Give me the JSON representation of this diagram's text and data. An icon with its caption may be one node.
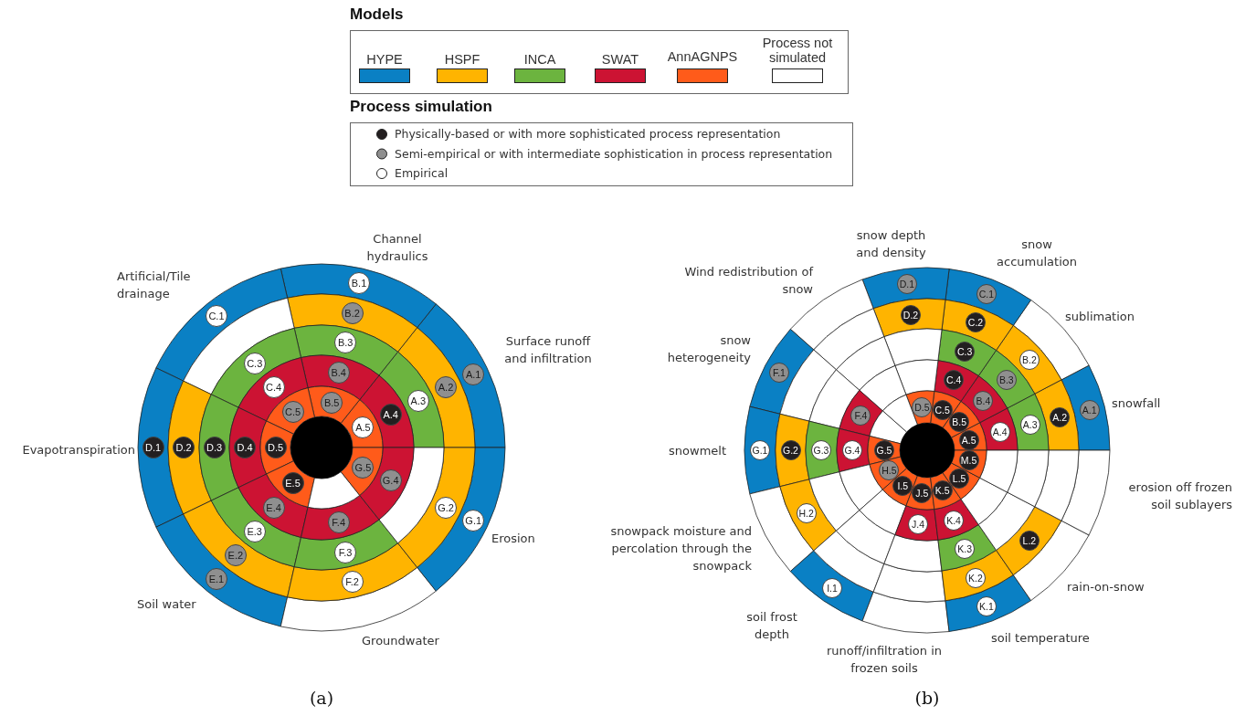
{
  "diagram": {
    "nodes": [
      {
        "text": [
          "A.1"
        ]
      },
      {
        "text": [
          "A.2"
        ]
      },
      {
        "text": [
          "A.3"
        ]
      },
      {
        "text": [
          "A.4"
        ]
      },
      {
        "text": [
          "A.5"
        ]
      },
      {
        "text": [
          "B.1"
        ]
      },
      {
        "text": [
          "B.2"
        ]
      },
      {
        "text": [
          "B.3"
        ]
      },
      {
        "text": [
          "B.4"
        ]
      },
      {
        "text": [
          "B.5"
        ]
      },
      {
        "text": [
          "C.1"
        ]
      },
      {
        "text": [
          "C.3"
        ]
      },
      {
        "text": [
          "C.4"
        ]
      },
      {
        "text": [
          "C.5"
        ]
      },
      {
        "text": [
          "D.1"
        ]
      },
      {
        "text": [
          "D.2"
        ]
      },
      {
        "text": [
          "D.3"
        ]
      },
      {
        "text": [
          "D.4"
        ]
      },
      {
        "text": [
          "D.5"
        ]
      },
      {
        "text": [
          "E.1"
        ]
      },
      {
        "text": [
          "E.2"
        ]
      },
      {
        "text": [
          "E.3"
        ]
      },
      {
        "text": [
          "E.4"
        ]
      },
      {
        "text": [
          "E.5"
        ]
      },
      {
        "text": [
          "F.2"
        ]
      },
      {
        "text": [
          "F.3"
        ]
      },
      {
        "text": [
          "F.4"
        ]
      },
      {
        "text": [
          "G.1"
        ]
      },
      {
        "text": [
          "G.2"
        ]
      },
      {
        "text": [
          "G.4"
        ]
      },
      {
        "text": [
          "G.5"
        ]
      },
      {
        "text": [
          "A.1"
        ]
      },
      {
        "text": [
          "A.2"
        ]
      },
      {
        "text": [
          "A.3"
        ]
      },
      {
        "text": [
          "A.4"
        ]
      },
      {
        "text": [
          "A.5"
        ]
      },
      {
        "text": [
          "B.2"
        ]
      },
      {
        "text": [
          "B.3"
        ]
      },
      {
        "text": [
          "B.4"
        ]
      },
      {
        "text": [
          "B.5"
        ]
      },
      {
        "text": [
          "C.1"
        ]
      },
      {
        "text": [
          "C.2"
        ]
      },
      {
        "text": [
          "C.3"
        ]
      },
      {
        "text": [
          "C.4"
        ]
      },
      {
        "text": [
          "C.5"
        ]
      },
      {
        "text": [
          "D.1"
        ]
      },
      {
        "text": [
          "D.2"
        ]
      },
      {
        "text": [
          "D.5"
        ]
      },
      {
        "text": [
          "F.1"
        ]
      },
      {
        "text": [
          "F.4"
        ]
      },
      {
        "text": [
          "G.1"
        ]
      },
      {
        "text": [
          "G.2"
        ]
      },
      {
        "text": [
          "G.3"
        ]
      },
      {
        "text": [
          "G.4"
        ]
      },
      {
        "text": [
          "G.5"
        ]
      },
      {
        "text": [
          "H.2"
        ]
      },
      {
        "text": [
          "H.5"
        ]
      },
      {
        "text": [
          "I.1"
        ]
      },
      {
        "text": [
          "I.5"
        ]
      },
      {
        "text": [
          "J.4"
        ]
      },
      {
        "text": [
          "J.5"
        ]
      },
      {
        "text": [
          "K.1"
        ]
      },
      {
        "text": [
          "K.2"
        ]
      },
      {
        "text": [
          "K.3"
        ]
      },
      {
        "text": [
          "K.4"
        ]
      },
      {
        "text": [
          "K.5"
        ]
      },
      {
        "text": [
          "L.2"
        ]
      },
      {
        "text": [
          "L.5"
        ]
      },
      {
        "text": [
          "M.5"
        ]
      }
    ],
    "labels": [
      "Models",
      "Process simulation",
      "Channel hydraulics",
      "Artificial/Tile drainage",
      "Surface runoff and infiltration",
      "Evapotranspiration",
      "Erosion",
      "Soil water",
      "Groundwater",
      "(a)",
      "snow depth and density",
      "snow accumulation",
      "Wind redistribution of snow",
      "sublimation",
      "snow heterogeneity",
      "snowfall",
      "snowmelt",
      "erosion off frozen soil sublayers",
      "snowpack moisture and percolation through the snowpack",
      "rain-on-snow",
      "soil frost depth",
      "soil temperature",
      "runoff/infiltration in frozen soils",
      "(b)"
    ],
    "legend": [
      {
        "text": "HYPE",
        "color": "#0a80c4"
      },
      {
        "text": "HSPF",
        "color": "#ffb400"
      },
      {
        "text": "INCA",
        "color": "#6cb43f"
      },
      {
        "text": "SWAT",
        "color": "#cc1333"
      },
      {
        "text": "AnnAGNPS",
        "color": "#ff5b1a"
      },
      {
        "text": "Process not simulated",
        "color": "#ffffff"
      },
      {
        "text": "Physically-based or with more sophisticated process representation"
      },
      {
        "text": "Semi-empirical or with intermediate sophistication in process representation"
      },
      {
        "text": "Empirical"
      }
    ]
  }
}
